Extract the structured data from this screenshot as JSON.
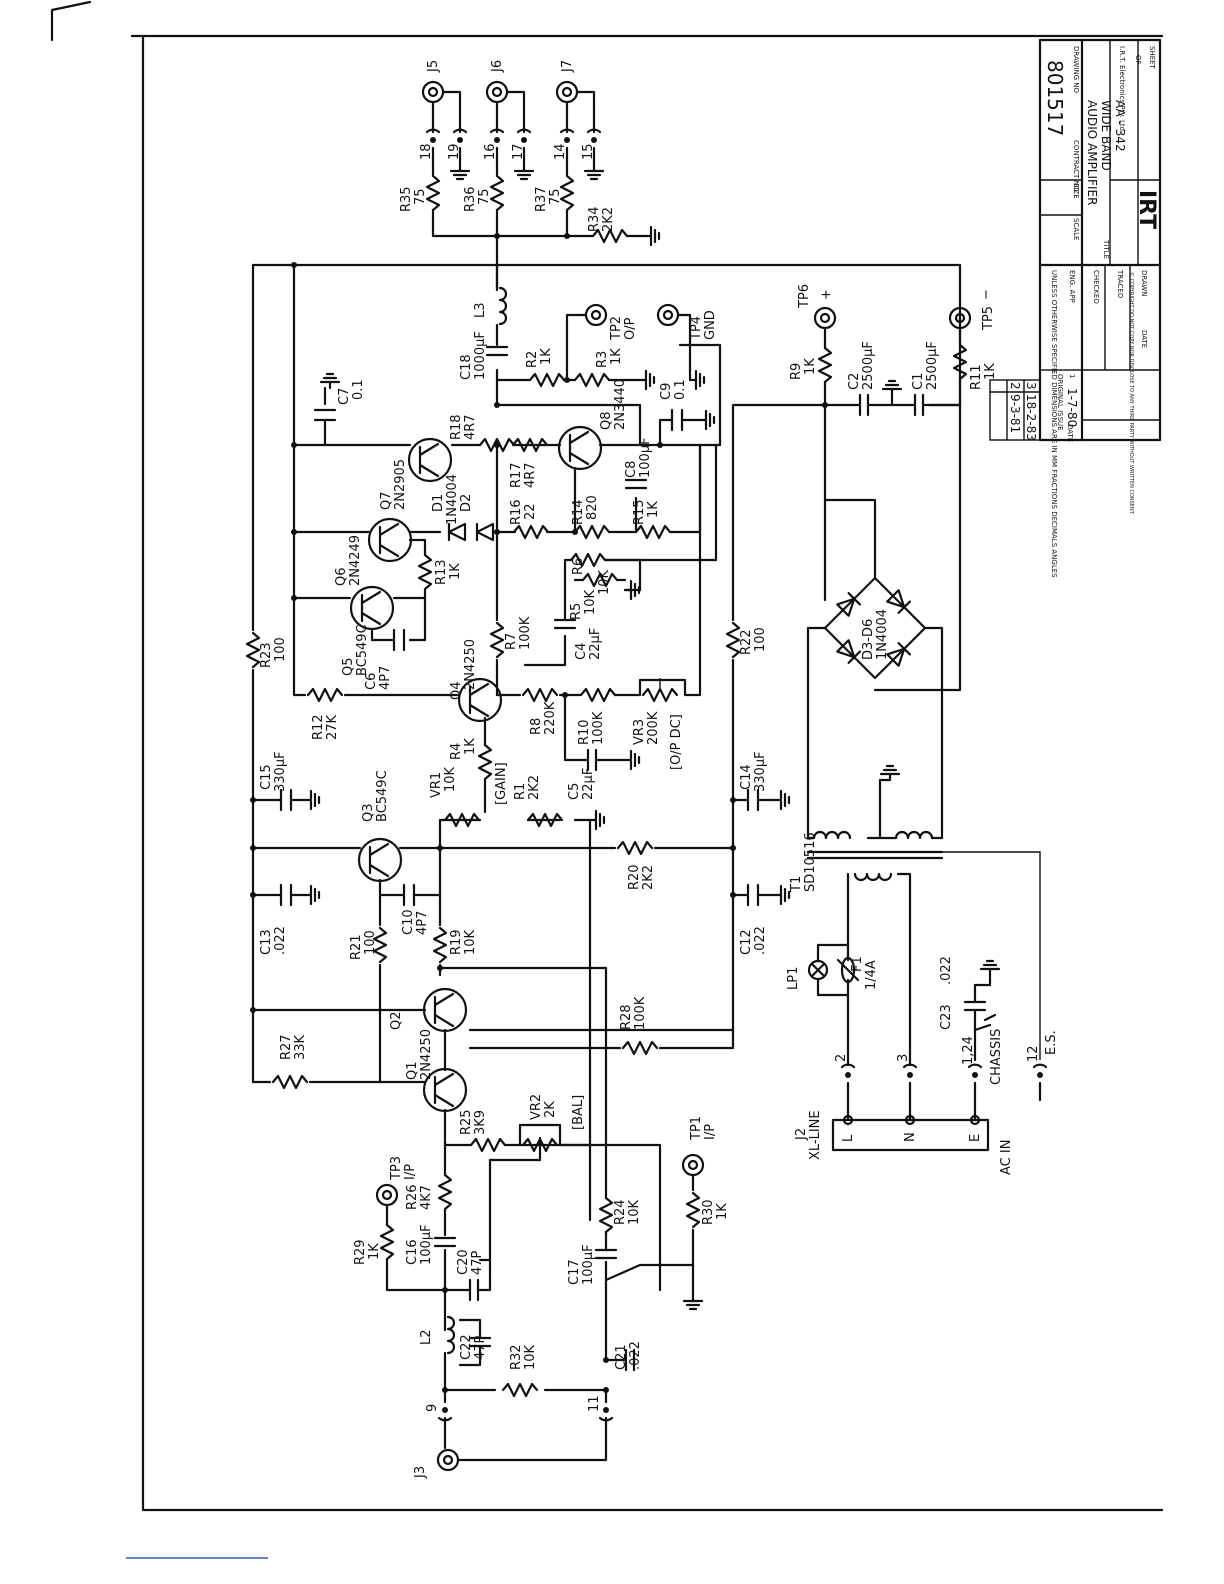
{
  "sheet": {
    "components": {
      "J5": "J5",
      "J6": "J6",
      "J7": "J7",
      "J3": "J3",
      "J2": "J2",
      "J2_type": "XL-LINE",
      "pin18": "18",
      "pin19": "19",
      "pin16": "16",
      "pin17": "17",
      "pin14": "14",
      "pin15": "15",
      "pin9": "9",
      "pin11": "11",
      "pin2": "2",
      "pin3": "3",
      "pin1_24": "1,24",
      "pin12": "12",
      "R35": "R35",
      "R35v": "75",
      "R36": "R36",
      "R36v": "75",
      "R37": "R37",
      "R37v": "75",
      "R34": "R34",
      "R34v": "2K2",
      "L3": "L3",
      "C18": "C18",
      "C18v": "1000µF",
      "R2": "R2",
      "R2v": "1K",
      "R3": "R3",
      "R3v": "1K",
      "TP2": "TP2",
      "TP2v": "O/P",
      "TP4": "TP4",
      "TP4v": "GND",
      "C7": "C7",
      "C7v": "0.1",
      "C9": "C9",
      "C9v": "0.1",
      "R18": "R18",
      "R18v": "4R7",
      "R17": "R17",
      "R17v": "4R7",
      "Q7": "Q7",
      "Q7v": "2N2905",
      "Q8": "Q8",
      "Q8v": "2N3440",
      "D1": "D1",
      "D1v": "1N4004",
      "D2": "D2",
      "C8": "C8",
      "C8v": "100µF",
      "R16": "R16",
      "R16v": "22",
      "R14": "R14",
      "R14v": "820",
      "R15": "R15",
      "R15v": "1K",
      "Q6": "Q6",
      "Q6v": "2N4249",
      "R13": "R13",
      "R13v": "1K",
      "R6": "R6",
      "R6v": "10K",
      "R5": "R5",
      "R5v": "10K",
      "Q5": "Q5",
      "Q5v": "BC549C",
      "C6": "C6",
      "C6v": "4P7",
      "R7": "R7",
      "R7v": "100K",
      "C4": "C4",
      "C4v": "22µF",
      "R23": "R23",
      "R23v": "100",
      "R22": "R22",
      "R22v": "100",
      "R12": "R12",
      "R12v": "27K",
      "Q4": "Q4",
      "Q4v": "2N4250",
      "R8": "R8",
      "R8v": "220K",
      "R10": "R10",
      "R10v": "100K",
      "VR3": "VR3",
      "VR3v": "200K",
      "VR3n": "[O/P DC]",
      "R4": "R4",
      "R4v": "1K",
      "C5": "C5",
      "C5v": "22µF",
      "C15": "C15",
      "C15v": "330µF",
      "C14": "C14",
      "C14v": "330µF",
      "VR1": "VR1",
      "VR1v": "10K",
      "VR1n": "[GAIN]",
      "R1": "R1",
      "R1v": "2K2",
      "Q3": "Q3",
      "Q3v": "BC549C",
      "C13": "C13",
      "C13v": ".022",
      "C12": "C12",
      "C12v": ".022",
      "R21": "R21",
      "R21v": "100",
      "C10": "C10",
      "C10v": "4P7",
      "R19": "R19",
      "R19v": "10K",
      "R20": "R20",
      "R20v": "2K2",
      "R27": "R27",
      "R27v": "33K",
      "Q2": "Q2",
      "Q1": "Q1",
      "Q12v": "2N4250",
      "R28": "R28",
      "R28v": "100K",
      "R25": "R25",
      "R25v": "3K9",
      "VR2": "VR2",
      "VR2v": "2K",
      "VR2n": "[BAL]",
      "TP1": "TP1",
      "TP1v": "I/P",
      "TP3": "TP3",
      "TP3v": "I/P",
      "R26": "R26",
      "R26v": "4K7",
      "R29": "R29",
      "R29v": "1K",
      "C16": "C16",
      "C16v": "100µF",
      "C20": "C20",
      "C20v": "47P",
      "C17": "C17",
      "C17v": "100µF",
      "R24": "R24",
      "R24v": "10K",
      "R30": "R30",
      "R30v": "1K",
      "L2": "L2",
      "C22": "C22",
      "C22v": "47P",
      "R32": "R32",
      "R32v": "10K",
      "C21": "C21",
      "C21v": ".022",
      "TP6": "TP6",
      "TP5": "TP5",
      "plus": "+",
      "minus": "−",
      "R9": "R9",
      "R9v": "1K",
      "R11": "R11",
      "R11v": "1K",
      "C2": "C2",
      "C2v": "2500µF",
      "C1": "C1",
      "C1v": "2500µF",
      "D3D6": "D3-D6",
      "D3D6v": "1N4004",
      "T1": "T1",
      "T1v": "SD10516",
      "LP1": "LP1",
      "F1": "F1",
      "F1v": "1/4A",
      "C23": "C23",
      "C23v": ".022",
      "CHASSIS": "CHASSIS",
      "ES": "E.S.",
      "L": "L",
      "N": "N",
      "E": "E",
      "ACIN": "AC IN"
    },
    "title_block": {
      "copyright": "© COPYRIGHT DO NOT COPY NOR DISCLOSE TO ANY THIRD PARTY WITHOUT WRITTEN CONSENT",
      "drawn": "DRAWN",
      "date_hdr": "DATE",
      "traced": "TRACED",
      "checked": "CHECKED",
      "eng_app": "ENG. APP",
      "tolerances": "UNLESS OTHERWISE SPECIFIED DIMENSIONS ARE IN MM FRACTIONS DECIMALS ANGLES",
      "logo": "IRT",
      "title_hdr": "TITLE",
      "title1": "AA - 342",
      "title2": "WIDE BAND",
      "title3": "AUDIO AMPLIFIER",
      "scale_hdr": "SCALE",
      "size_hdr": "SIZE",
      "contract_hdr": "CONTRACT NO",
      "drawing_hdr": "DRAWING NO",
      "drawing_no": "801517",
      "sheet_hdr": "SHEET",
      "of": "OF",
      "maker": "I.R.T. Electronics Pty. Ltd.",
      "rev1": "1",
      "rev1_date": "1-7-80",
      "rev1_note": "ORIGINAL ISSUE",
      "rev2": "2",
      "rev2_date": "9-3-81",
      "rev3": "3",
      "rev3_date": "18-2-83",
      "date_col": "DATE"
    }
  }
}
